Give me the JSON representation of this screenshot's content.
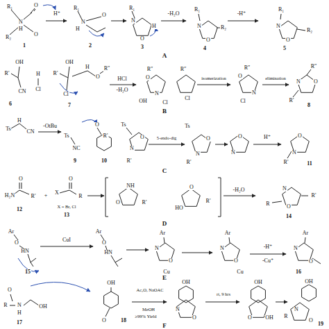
{
  "diagram": {
    "labels": [
      "R₁",
      "O",
      "N",
      "H",
      "O",
      "R₂",
      "1",
      "H⁺",
      "R₁",
      "N",
      "H",
      "O",
      "2",
      "R₁",
      "N",
      "O",
      "H",
      "3",
      "-H₂O",
      "R₁",
      "N",
      "O",
      "R₂",
      "4",
      "-H⁺",
      "R₁",
      "N",
      "O",
      "R₂",
      "5",
      "A",
      "OH",
      "R'",
      "CN",
      "6",
      "H",
      "Cl",
      "OH",
      "R'",
      "Cl",
      "H",
      "R″",
      "O",
      "7",
      "HCl",
      "-H₂O",
      "R″",
      "O",
      "N",
      "OH",
      "Cl",
      "R″",
      "Cl",
      "isomerization",
      "R″",
      "O",
      "N",
      "Cl",
      "elimination",
      "R″",
      "O",
      "N",
      "R'",
      "8",
      "B",
      "Ts",
      "H",
      "CN",
      "-OtBu",
      "Ts",
      "NC",
      "9",
      "O",
      "R'",
      "10",
      "Ts",
      "O",
      "N",
      "R'",
      "5-endo-dig",
      "Ts",
      "O",
      "N",
      "R'",
      "O",
      "N",
      "H⁺",
      "O",
      "N",
      "R'",
      "11",
      "C",
      "O",
      "H₂N",
      "R'",
      "12",
      "+",
      "O",
      "X",
      "R",
      "X = Br, Cl",
      "13",
      "NH",
      "O",
      "R'",
      "O",
      "R'",
      "HO",
      "-H₂O",
      "R",
      "O",
      "N",
      "R'",
      "14",
      "D",
      "Ar",
      "O",
      "HN",
      "15",
      "CuI",
      "Ar",
      "O",
      "HN",
      "Ar",
      "N",
      "O",
      "Cu",
      "Ar",
      "N",
      "O",
      "Cu",
      "-H⁺",
      "-Cu⁺",
      "Ar",
      "N",
      "O",
      "16",
      "E",
      "OH",
      "O",
      "R",
      "N",
      "H",
      "OH",
      "17",
      "O",
      "18",
      "Ac₂O, NaOAC",
      "MeOH",
      "≥99% Yield",
      "OH",
      "N",
      "O",
      "rt, 9 hrs",
      "OH",
      "O",
      "OH",
      "OH",
      "R",
      "N",
      "O",
      "19",
      "F"
    ]
  }
}
